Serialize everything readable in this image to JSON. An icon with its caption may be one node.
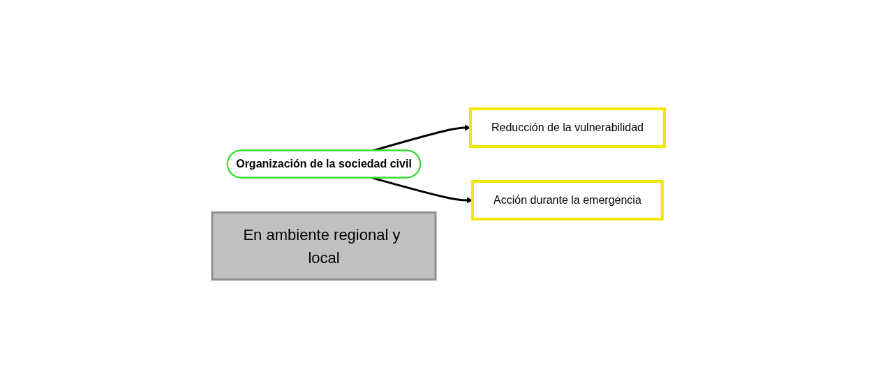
{
  "diagram": {
    "nodes": [
      {
        "text": [
          "Organización de la sociedad civil"
        ]
      },
      {
        "text": [
          "Reducción de la vulnerabilidad"
        ]
      },
      {
        "text": [
          "Acción durante la emergencia"
        ]
      },
      {
        "text": [
          "En ambiente regional y local"
        ]
      }
    ],
    "edges": [
      {
        "from": 0,
        "to": 1,
        "arrow": "to"
      },
      {
        "from": 0,
        "to": 2,
        "arrow": "to"
      }
    ]
  }
}
